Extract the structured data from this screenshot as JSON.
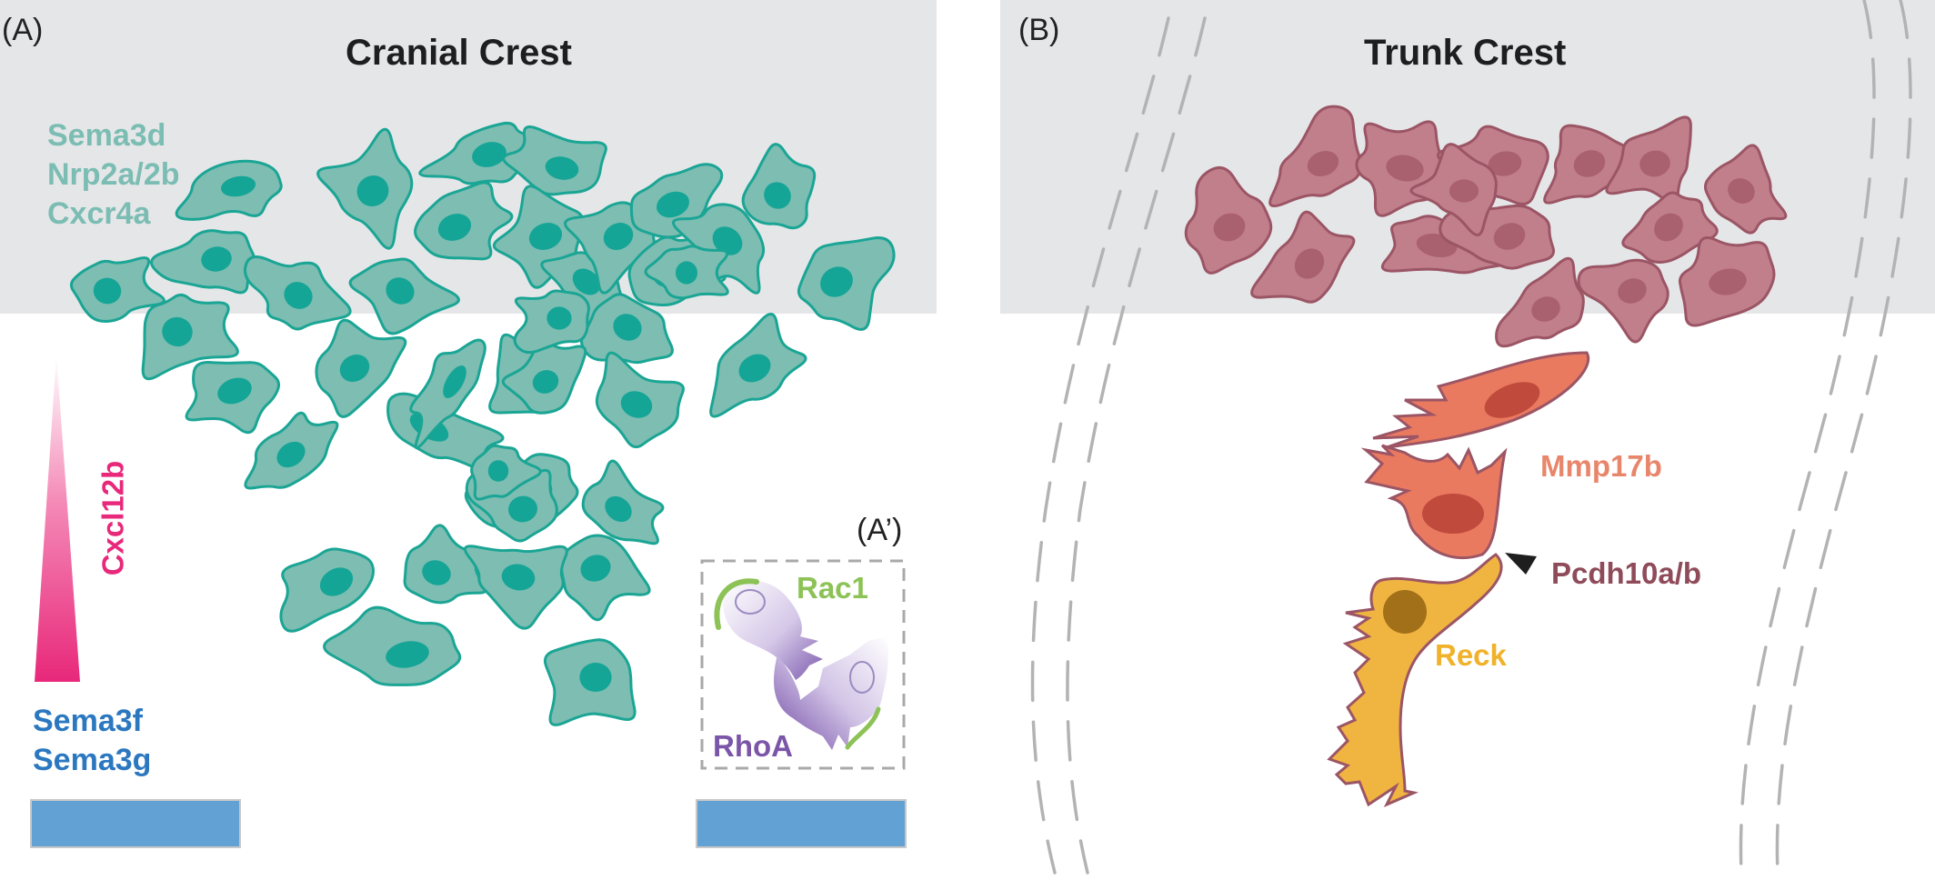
{
  "panel_a": {
    "letter": "(A)",
    "title": "Cranial Crest",
    "upper_genes": [
      "Sema3d",
      "Nrp2a/2b",
      "Cxcr4a"
    ],
    "gradient_label": "Cxcl12b",
    "lower_genes": [
      "Sema3f",
      "Sema3g"
    ],
    "inset": {
      "letter": "(A’)",
      "rac_label": "Rac1",
      "rho_label": "RhoA"
    }
  },
  "panel_b": {
    "letter": "(B)",
    "title": "Trunk Crest",
    "leader_label": "Mmp17b",
    "contact_label": "Pcdh10a/b",
    "follower_label": "Reck"
  },
  "colors": {
    "background_band": "#e5e6e8",
    "cranial_cell_fill": "#7dbdb2",
    "cranial_cell_stroke": "#1aa594",
    "cranial_nucleus": "#14a596",
    "upper_gene_text": "#7bbdb3",
    "chemokine_pink": "#e8287a",
    "lower_gene_text": "#2b78c0",
    "blue_bar": "#62a1d4",
    "trunk_cell_fill": "#c07f8b",
    "trunk_cell_stroke": "#9b5565",
    "leader_cell_fill": "#ea7a5f",
    "follower_cell_fill": "#f0b440",
    "mmp_text": "#e8866b",
    "pcdh_text": "#8f4b5a",
    "reck_text": "#f0b22a",
    "rac_text": "#8cc256",
    "rho_text": "#7a55a8"
  }
}
